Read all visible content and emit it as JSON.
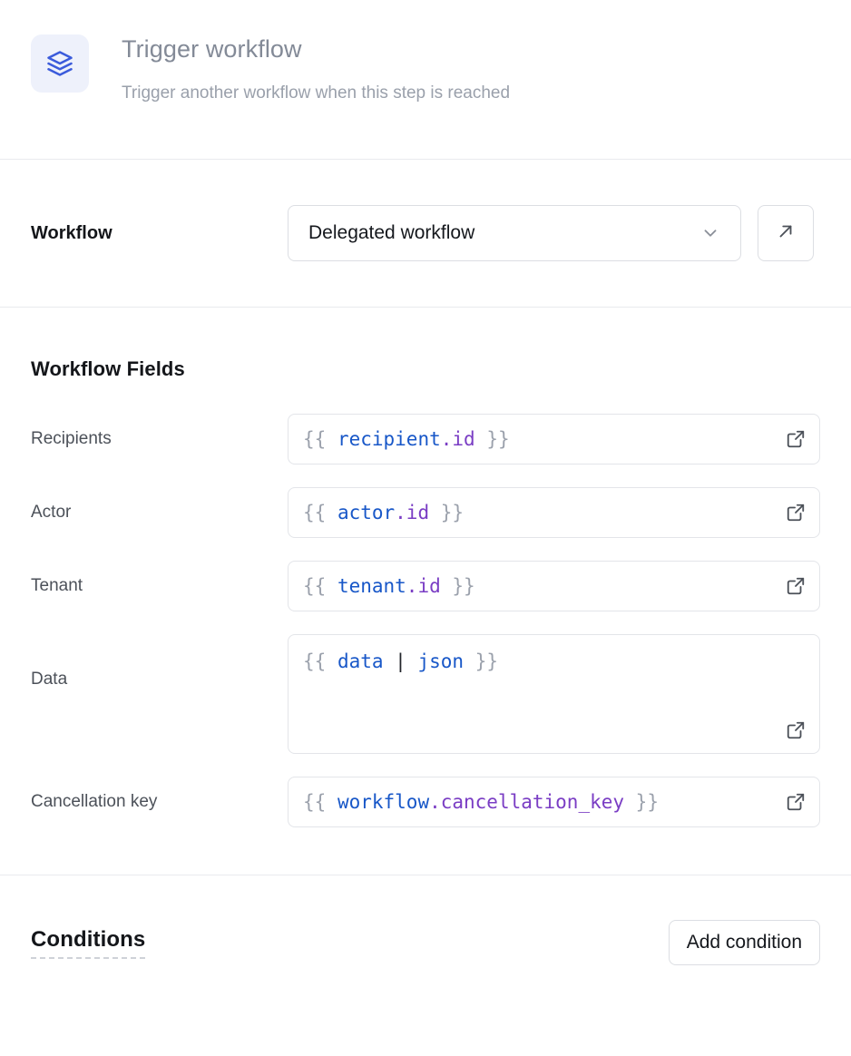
{
  "header": {
    "icon": "layers-stack-icon",
    "title": "Trigger workflow",
    "subtitle": "Trigger another workflow when this step is reached",
    "icon_color": "#3b5bdb",
    "icon_bg": "#eef1fb"
  },
  "workflow": {
    "label": "Workflow",
    "selected": "Delegated workflow",
    "dropdown_icon": "chevron-down-icon",
    "open_icon": "arrow-up-right-icon"
  },
  "fields_section": {
    "title": "Workflow Fields",
    "expand_icon": "external-link-icon",
    "fields": [
      {
        "label": "Recipients",
        "type": "input",
        "tokens": [
          {
            "t": "{{ ",
            "c": "br"
          },
          {
            "t": "recipient",
            "c": "obj"
          },
          {
            "t": ".id",
            "c": "prop"
          },
          {
            "t": " }}",
            "c": "br"
          }
        ]
      },
      {
        "label": "Actor",
        "type": "input",
        "tokens": [
          {
            "t": "{{ ",
            "c": "br"
          },
          {
            "t": "actor",
            "c": "obj"
          },
          {
            "t": ".id",
            "c": "prop"
          },
          {
            "t": " }}",
            "c": "br"
          }
        ]
      },
      {
        "label": "Tenant",
        "type": "input",
        "tokens": [
          {
            "t": "{{ ",
            "c": "br"
          },
          {
            "t": "tenant",
            "c": "obj"
          },
          {
            "t": ".id",
            "c": "prop"
          },
          {
            "t": " }}",
            "c": "br"
          }
        ]
      },
      {
        "label": "Data",
        "type": "textarea",
        "tokens": [
          {
            "t": "{{ ",
            "c": "br"
          },
          {
            "t": "data",
            "c": "obj"
          },
          {
            "t": " ",
            "c": "br"
          },
          {
            "t": "|",
            "c": "pipe"
          },
          {
            "t": " ",
            "c": "br"
          },
          {
            "t": "json",
            "c": "filt"
          },
          {
            "t": " }}",
            "c": "br"
          }
        ]
      },
      {
        "label": "Cancellation key",
        "type": "input",
        "tokens": [
          {
            "t": "{{ ",
            "c": "br"
          },
          {
            "t": "workflow",
            "c": "obj"
          },
          {
            "t": ".cancellation_key",
            "c": "prop"
          },
          {
            "t": " }}",
            "c": "br"
          }
        ]
      }
    ]
  },
  "conditions": {
    "title": "Conditions",
    "add_label": "Add condition"
  },
  "colors": {
    "accent": "#3b5bdb",
    "border": "#dcdee3",
    "divider": "#e9eaee",
    "code_object": "#1857c8",
    "code_property": "#7a3dc4",
    "code_braces": "#9ba1ac"
  }
}
